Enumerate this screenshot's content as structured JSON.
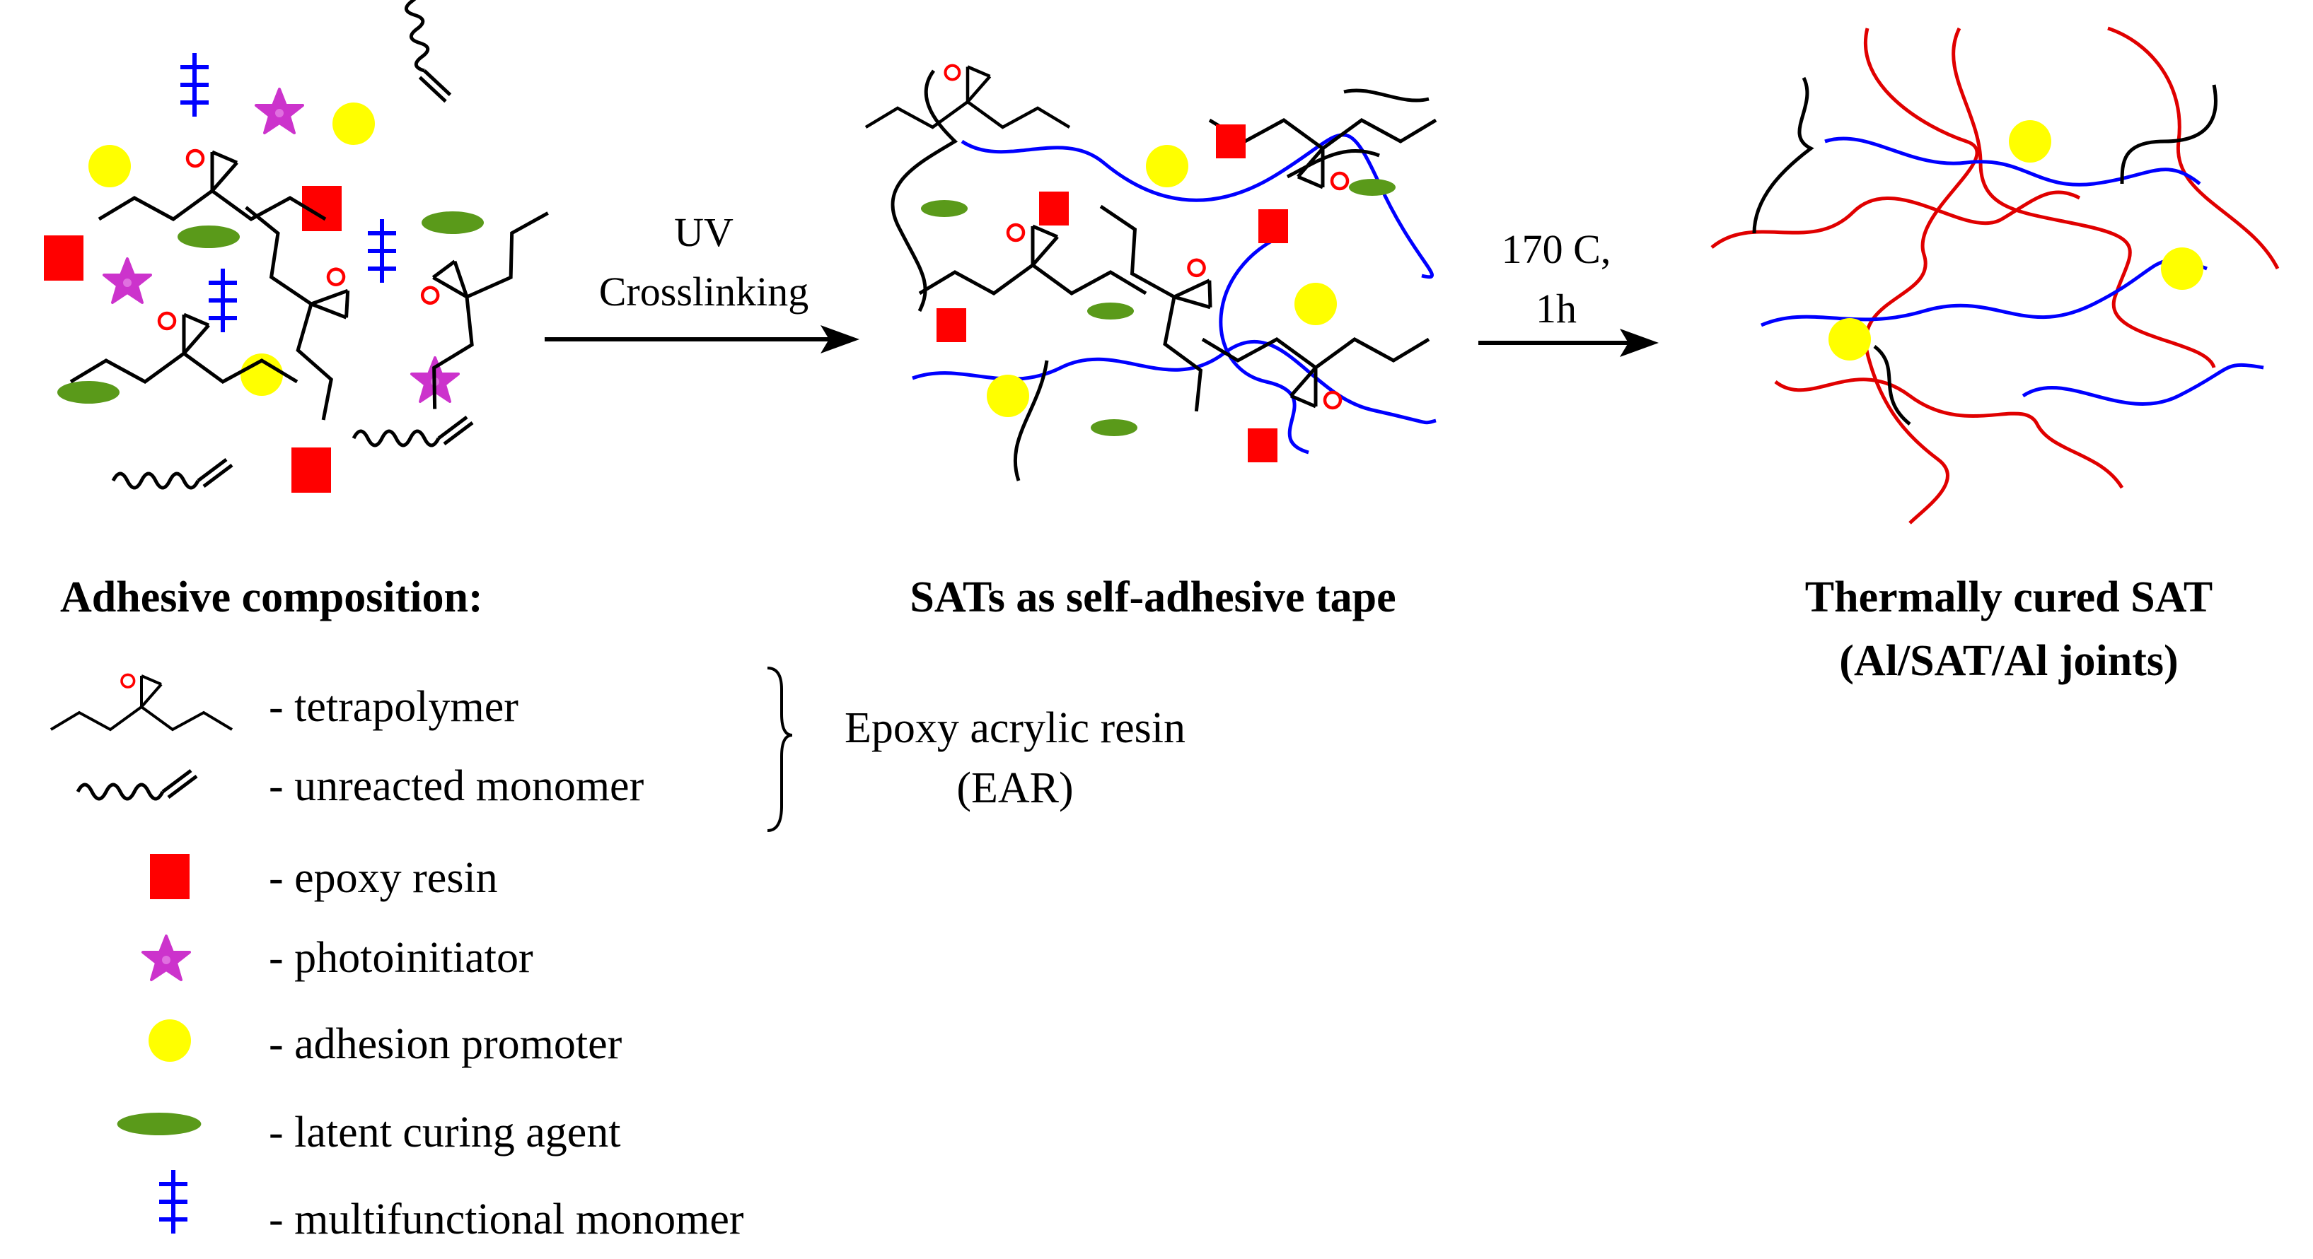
{
  "steps": [
    {
      "id": "composition",
      "caption": "Adhesive composition:"
    },
    {
      "id": "tape",
      "caption": "SATs as self-adhesive tape"
    },
    {
      "id": "cured",
      "caption_line1": "Thermally cured SAT",
      "caption_line2": "(Al/SAT/Al joints)"
    }
  ],
  "arrows": [
    {
      "line1": "UV",
      "line2": "Crosslinking"
    },
    {
      "line1": "170 C,",
      "line2": "1h"
    }
  ],
  "legend": [
    {
      "icon": "tetrapolymer-icon",
      "label": "- tetrapolymer"
    },
    {
      "icon": "unreacted-monomer-icon",
      "label": "- unreacted monomer"
    },
    {
      "icon": "epoxy-resin-icon",
      "label": "- epoxy resin"
    },
    {
      "icon": "photoinitiator-icon",
      "label": "- photoinitiator"
    },
    {
      "icon": "adhesion-promoter-icon",
      "label": "- adhesion promoter"
    },
    {
      "icon": "latent-curing-agent-icon",
      "label": "- latent curing agent"
    },
    {
      "icon": "multifunctional-monomer-icon",
      "label": "- multifunctional monomer"
    }
  ],
  "ear_bracket": {
    "line1": "Epoxy acrylic resin",
    "line2": "(EAR)"
  },
  "colors": {
    "epoxy_resin": "#ff0000",
    "photoinitiator": "#cc33cc",
    "adhesion_promoter": "#ffff00",
    "latent_curing_agent": "#5a9a1a",
    "multifunctional_monomer": "#0000ff",
    "uv_network": "#0000ff",
    "thermal_network": "#e00000",
    "oxirane": "#ff0000"
  }
}
